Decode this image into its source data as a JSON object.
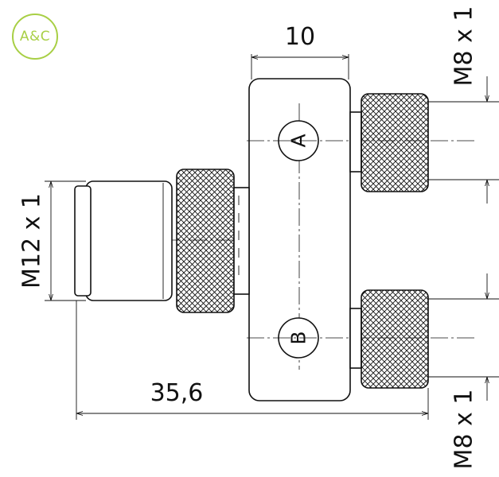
{
  "logo": {
    "text": "A&C",
    "color": "#a8cf45"
  },
  "dimensions": {
    "top_width": "10",
    "overall_length": "35,6",
    "male_thread": "M12 x 1",
    "female_thread_top": "M8 x 1",
    "female_thread_bottom": "M8 x 1"
  },
  "ports": {
    "a": "A",
    "b": "B"
  }
}
